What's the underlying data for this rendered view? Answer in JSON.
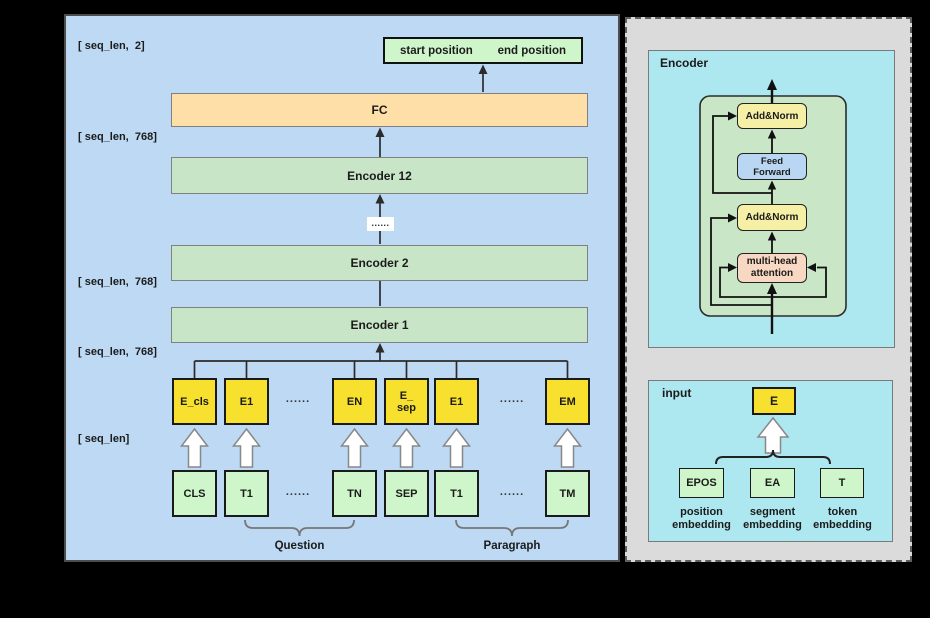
{
  "colors": {
    "panel_blue": "#BDD9F3",
    "panel_gray": "#DBDBDB",
    "panel_cyan": "#ADE7EF",
    "box_yellow": "#F8E12E",
    "box_green_light": "#CFF5CA",
    "bar_green": "#C9E5C7",
    "bar_orange": "#FFDFA8",
    "addnorm_yellow": "#F5F0A5",
    "feedforward_blue": "#B9D7F2",
    "attention_peach": "#F8D8C2"
  },
  "main": {
    "shape_labels": [
      "[ seq_len,  2]",
      "[ seq_len,  768]",
      "[ seq_len,  768]",
      "[ seq_len,  768]",
      "[ seq_len]"
    ],
    "output_box": {
      "start_label": "start position",
      "end_label": "end position"
    },
    "fc_label": "FC",
    "encoder_bars": [
      "Encoder 12",
      "Encoder 2",
      "Encoder 1"
    ],
    "dots": "......",
    "embedding_boxes": [
      {
        "line1": "E_cls",
        "line2": ""
      },
      {
        "line1": "E1",
        "line2": ""
      },
      {
        "line1": "EN",
        "line2": ""
      },
      {
        "line1": "E_",
        "line2": "sep"
      },
      {
        "line1": "E1",
        "line2": ""
      },
      {
        "line1": "EM",
        "line2": ""
      }
    ],
    "token_boxes": [
      "CLS",
      "T1",
      "TN",
      "SEP",
      "T1",
      "TM"
    ],
    "question_label": "Question",
    "paragraph_label": "Paragraph"
  },
  "encoder_panel": {
    "title": "Encoder",
    "add_norm_top": "Add&Norm",
    "feed_forward": {
      "line1": "Feed",
      "line2": "Forward"
    },
    "add_norm_bottom": "Add&Norm",
    "attention": {
      "line1": "multi-head",
      "line2": "attention"
    }
  },
  "input_panel": {
    "title": "input",
    "e_label": "E",
    "embedding_inputs": [
      "EPOS",
      "EA",
      "T"
    ],
    "captions": [
      {
        "line1": "position",
        "line2": "embedding"
      },
      {
        "line1": "segment",
        "line2": "embedding"
      },
      {
        "line1": "token",
        "line2": "embedding"
      }
    ]
  }
}
